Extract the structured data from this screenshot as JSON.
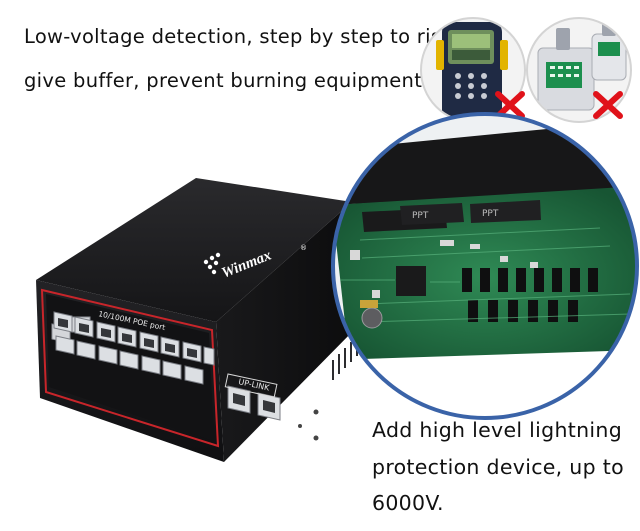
{
  "headline": {
    "line1": "Low-voltage detection, step by step to rise,",
    "line2": "give buffer, prevent burning equipment."
  },
  "switch": {
    "brand": "Winmax",
    "brand_mark": "®",
    "poe_label": "10/100M POE port",
    "uplink_label": "UP-LINK",
    "chip_label": "PPT"
  },
  "caption": {
    "line1": "Add high level lightning",
    "line2": "protection device, up to",
    "line3": "6000V."
  },
  "colors": {
    "switch_body": "#1b1b1d",
    "accent_red": "#c8252a",
    "circle_border": "#3a63a8",
    "pcb_green": "#1f6b3f",
    "cross_red": "#e0121a"
  }
}
